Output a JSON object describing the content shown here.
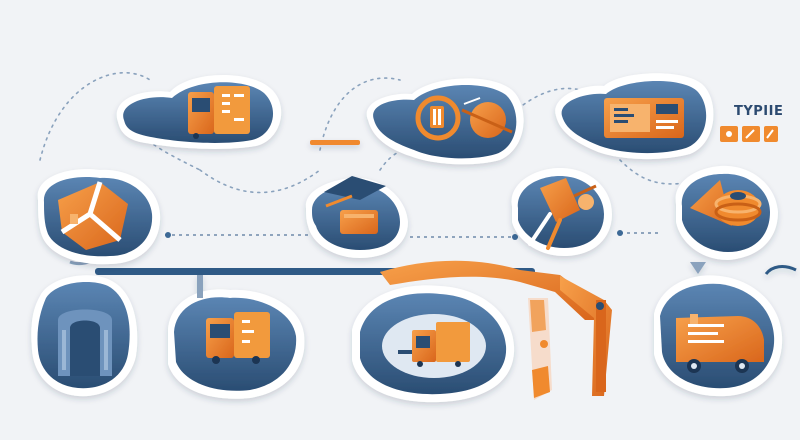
{
  "header": {
    "badge_text": "TYPIIE"
  },
  "colors": {
    "background": "#f1f3f6",
    "blob_blue": "#3d6996",
    "blob_blue_dark": "#2a4d73",
    "accent_orange": "#f08a2e",
    "accent_orange_dark": "#c96018",
    "connector": "#8aa2bd"
  },
  "nodes": [
    {
      "name": "truck-node",
      "icon": "truck-icon"
    },
    {
      "name": "gears-node",
      "icon": "gears-icon"
    },
    {
      "name": "shipping-label-node",
      "icon": "label-icon"
    },
    {
      "name": "package-node",
      "icon": "package-icon"
    },
    {
      "name": "box-node",
      "icon": "box-icon"
    },
    {
      "name": "tools-node",
      "icon": "tools-icon"
    },
    {
      "name": "cable-reel-node",
      "icon": "reel-icon"
    },
    {
      "name": "warehouse-node",
      "icon": "warehouse-icon"
    },
    {
      "name": "loading-truck-node",
      "icon": "truck-icon"
    },
    {
      "name": "conveyor-machine-node",
      "icon": "conveyor-icon"
    },
    {
      "name": "crane-arm-node",
      "icon": "crane-icon"
    },
    {
      "name": "delivery-van-node",
      "icon": "van-icon"
    }
  ]
}
